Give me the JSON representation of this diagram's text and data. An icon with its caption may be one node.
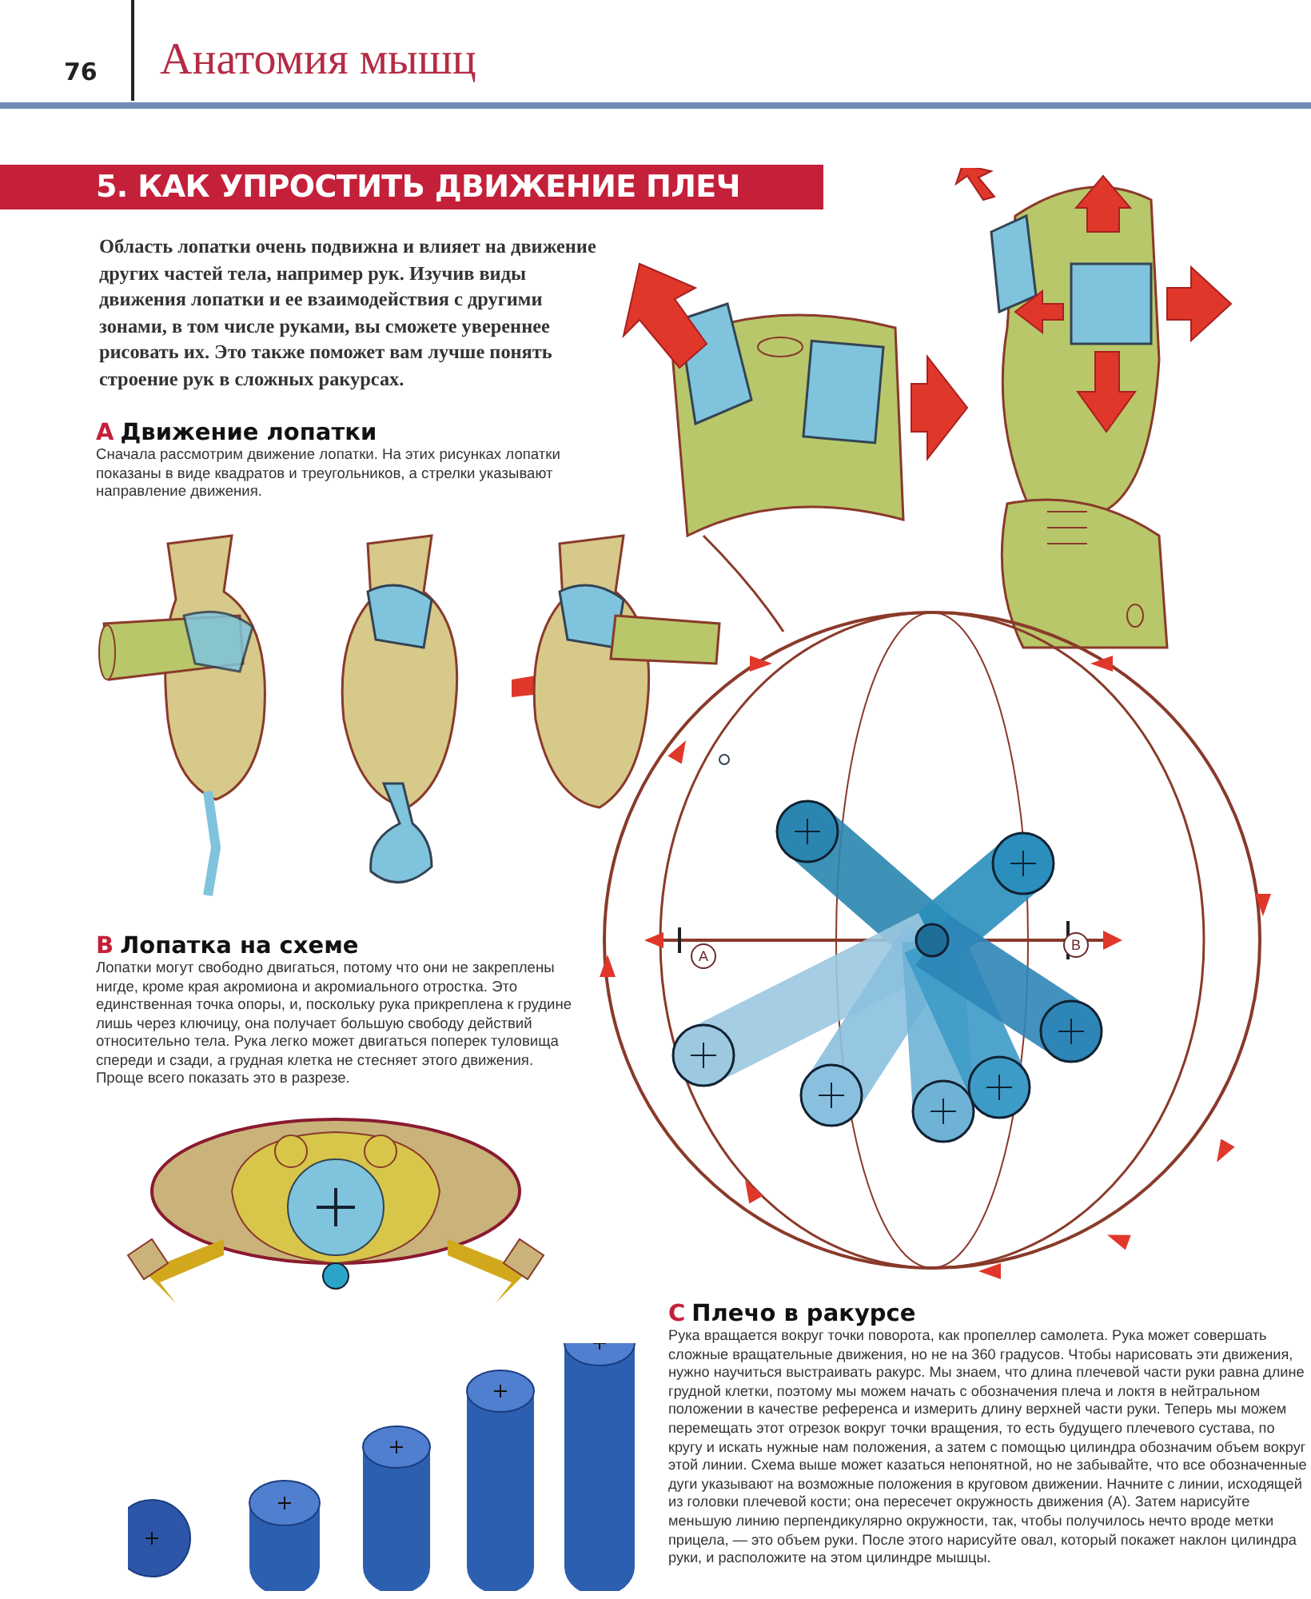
{
  "diagram": {
    "title": "5. КАК УПРОСТИТЬ ДВИЖЕНИЕ ПЛЕЧ",
    "labels": [
      "76",
      "Анатомия мышц",
      "Область лопатки очень подвижна и влияет на движение других частей тела, например рук. Изучив виды движения лопатки и ее взаимодействия с другими зонами, в том числе руками, вы сможете увереннее рисовать их. Это также поможет вам лучше понять строение рук в сложных ракурсах.",
      "А",
      "Движение лопатки",
      "Сначала рассмотрим движение лопатки. На этих рисунках лопатки показаны в виде квадратов и треугольников, а стрелки указывают направление движения.",
      "В",
      "Лопатка на схеме",
      "Лопатки могут свободно двигаться, потому что они не закреплены нигде, кроме края акромиона и акромиального отростка. Это единственная точка опоры, и, поскольку рука прикреплена к грудине лишь через ключицу, она получает большую свободу действий относительно тела. Рука легко может двигаться поперек туловища спереди и сзади, а грудная клетка не стесняет этого движения. Проще всего показать это в разрезе.",
      "А",
      "В",
      "С",
      "Плечо в ракурсе",
      "Рука вращается вокруг точки поворота, как пропеллер самолета. Рука может совершать сложные вращательные движения, но не на 360 градусов. Чтобы нарисовать эти движения, нужно научиться выстраивать ракурс. Мы знаем, что длина плечевой части руки равна длине грудной клетки, поэтому мы можем начать с обозначения плеча и локтя в нейтральном положении в качестве референса и измерить длину верхней части руки. Теперь мы можем перемещать этот отрезок вокруг точки вращения, то есть будущего плечевого сустава, по кругу и искать нужные нам положения, а затем с помощью цилиндра обозначим объем вокруг этой линии. Схема выше может казаться непонятной, но не забывайте, что все обозначенные дуги указывают на возможные положения в круговом движении. Начните с линии, исходящей из головки плечевой кости; она пересечет окружность движения (А). Затем нарисуйте меньшую линию перпендикулярно окружности, так, чтобы получилось нечто вроде метки прицела, — это объем руки. После этого нарисуйте овал, который покажет наклон цилиндра руки, и расположите на этом цилиндре мышцы."
    ]
  }
}
